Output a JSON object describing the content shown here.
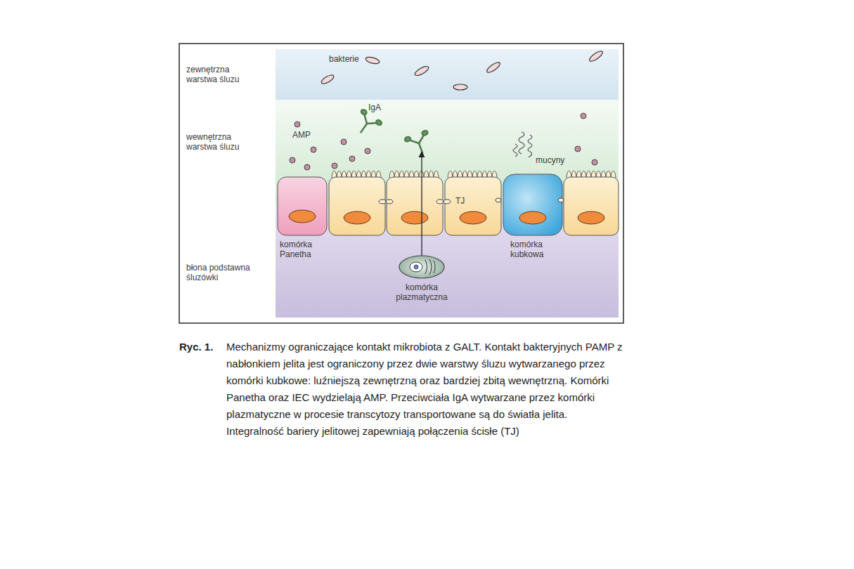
{
  "diagram": {
    "caption": "Mechanizmy ograniczające kontakt mikrobiota z GALT. Kontakt bakteryjnych PAMP z nabłonkiem jelita jest ograniczony przez dwie warstwy śluzu wytwarzanego przez komórki kubkowe: luźniejszą zewnętrzną oraz bardziej zbitą wewnętrzną. Komórki Panetha oraz IEC wydzielają AMP. Przeciwciała IgA wytwarzane przez komórki plazmatyczne w procesie transcytozy transportowane są do światła jelita. Integralność bariery jelitowej zapewniają połączenia ścisłe (TJ)",
    "nodes": [
      {
        "text": [
          "komórka Panetha"
        ]
      },
      {
        "text": [
          "komórka kubkowa"
        ]
      },
      {
        "text": [
          "komórka plazmatyczna"
        ]
      }
    ],
    "labels": [
      "zewnętrzna warstwa śluzu",
      "bakterie",
      "wewnętrzna warstwa śluzu",
      "IgA",
      "AMP",
      "mucyny",
      "TJ",
      "błona podstawna śluzówki",
      "Ryc. 1."
    ]
  }
}
